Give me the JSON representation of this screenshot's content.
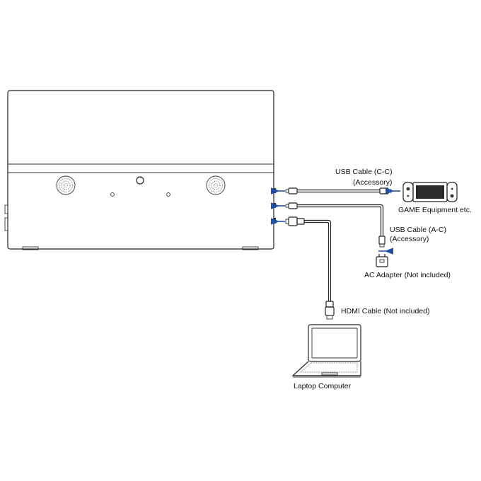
{
  "labels": {
    "usb_cc_line1": "USB Cable (C-C)",
    "usb_cc_line2": "(Accessory)",
    "game": "GAME Equipment etc.",
    "usb_ac_line1": "USB Cable (A-C)",
    "usb_ac_line2": "(Accessory)",
    "ac_adapter": "AC Adapter (Not included)",
    "hdmi": "HDMI Cable (Not included)",
    "laptop": "Laptop Computer"
  },
  "colors": {
    "arrow": "#1f4fa6",
    "line": "#222222",
    "switch_screen": "#2b2b2b"
  },
  "icons": {
    "arrows": "left-pointing blue arrows at monitor ports, right-pointing to game device, down-pointing to ac adapter"
  }
}
